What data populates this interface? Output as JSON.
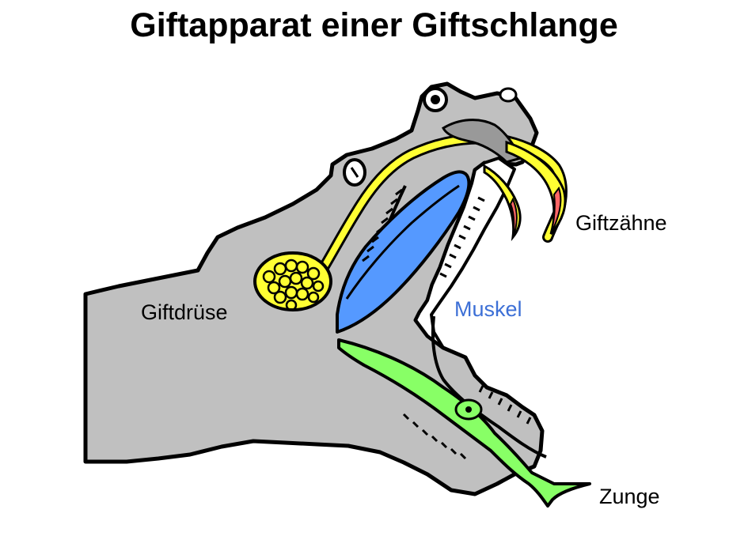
{
  "title": "Giftapparat einer Giftschlange",
  "labels": {
    "venom_gland": "Giftdrüse",
    "muscle": "Muskel",
    "fangs": "Giftzähne",
    "tongue": "Zunge"
  },
  "colors": {
    "body": "#c0c0c0",
    "outline": "#000000",
    "venom_gland": "#ffff33",
    "muscle": "#5599ff",
    "tongue": "#88ff66",
    "fang_tip": "#ff6666",
    "nostril_bone": "#999999",
    "muscle_label": "#3c6fd6"
  }
}
